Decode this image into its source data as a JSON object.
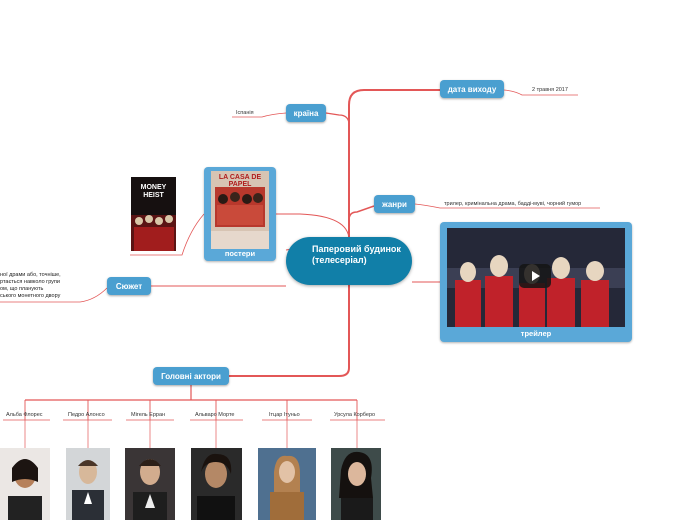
{
  "central": {
    "title": "Паперовий будинок (телесеріал)"
  },
  "branches": {
    "release": {
      "label": "дата виходу",
      "value": "2 травня 2017"
    },
    "country": {
      "label": "країна",
      "value": "Іспанія"
    },
    "genres": {
      "label": "жанри",
      "value": "трилер, кримінальна драма, бадді-муві, чорний гумор"
    },
    "posters": {
      "label": "постери",
      "poster_title": "MONEY HEIST",
      "poster_title_es": "LA CASA DE PAPEL"
    },
    "trailer": {
      "label": "трейлер"
    },
    "plot": {
      "label": "Сюжет",
      "lines": [
        "ної драми або, точніше,",
        "ртається навколо групи",
        "ом, що планують",
        "ського монетного двору"
      ]
    },
    "actors": {
      "label": "Головні актори",
      "names": [
        "Альба Флорес",
        "Педро Алонсо",
        "Мігель Ерран",
        "Альваро Морте",
        "Ітцар Ітуньо",
        "Урсула Корберо"
      ]
    }
  },
  "colors": {
    "accent": "#4a9fd0",
    "central": "#117fa8",
    "link": "#e35757"
  }
}
